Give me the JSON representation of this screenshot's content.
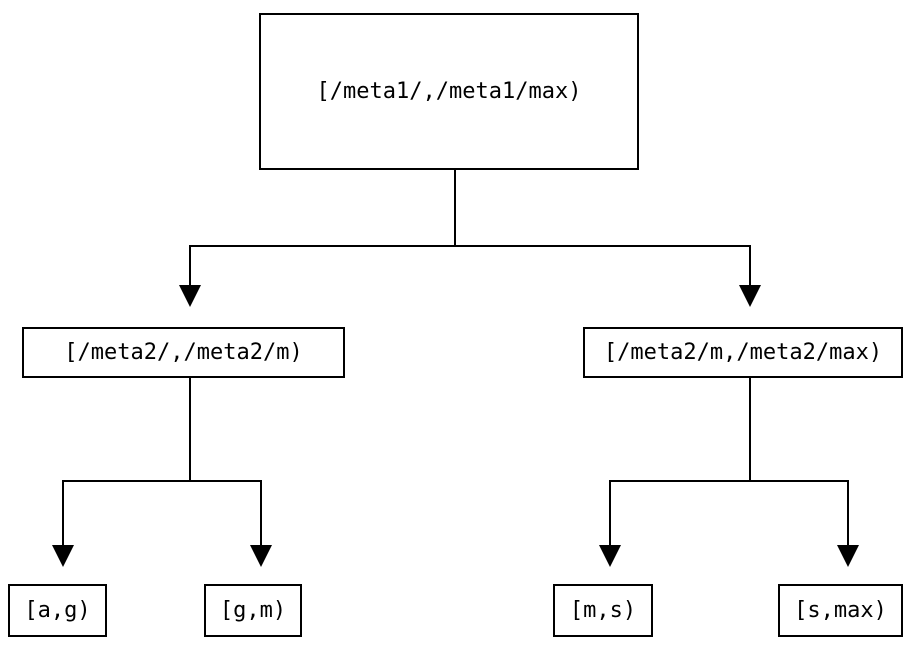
{
  "diagram": {
    "type": "interval-partition-tree",
    "colors": {
      "line": "#000000",
      "text": "#000000",
      "background": "#ffffff"
    },
    "tree": {
      "root": {
        "label": "[/meta1/,/meta1/max)",
        "children": [
          {
            "label": "[/meta2/,/meta2/m)",
            "children": [
              {
                "label": "[a,g)"
              },
              {
                "label": "[g,m)"
              }
            ]
          },
          {
            "label": "[/meta2/m,/meta2/max)",
            "children": [
              {
                "label": "[m,s)"
              },
              {
                "label": "[s,max)"
              }
            ]
          }
        ]
      }
    }
  }
}
